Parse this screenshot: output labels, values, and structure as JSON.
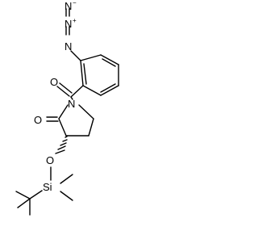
{
  "molecule": {
    "atoms": {
      "n_azide_1": "N",
      "n_azide_2": "N",
      "n_azide_3": "N",
      "plus_charge": "+",
      "minus_charge": "−",
      "o_benzoyl": "O",
      "n_ring": "N",
      "o_lactam": "O",
      "o_ether": "O",
      "si": "Si"
    },
    "colors": {
      "line": "#000000",
      "background": "#ffffff"
    }
  }
}
